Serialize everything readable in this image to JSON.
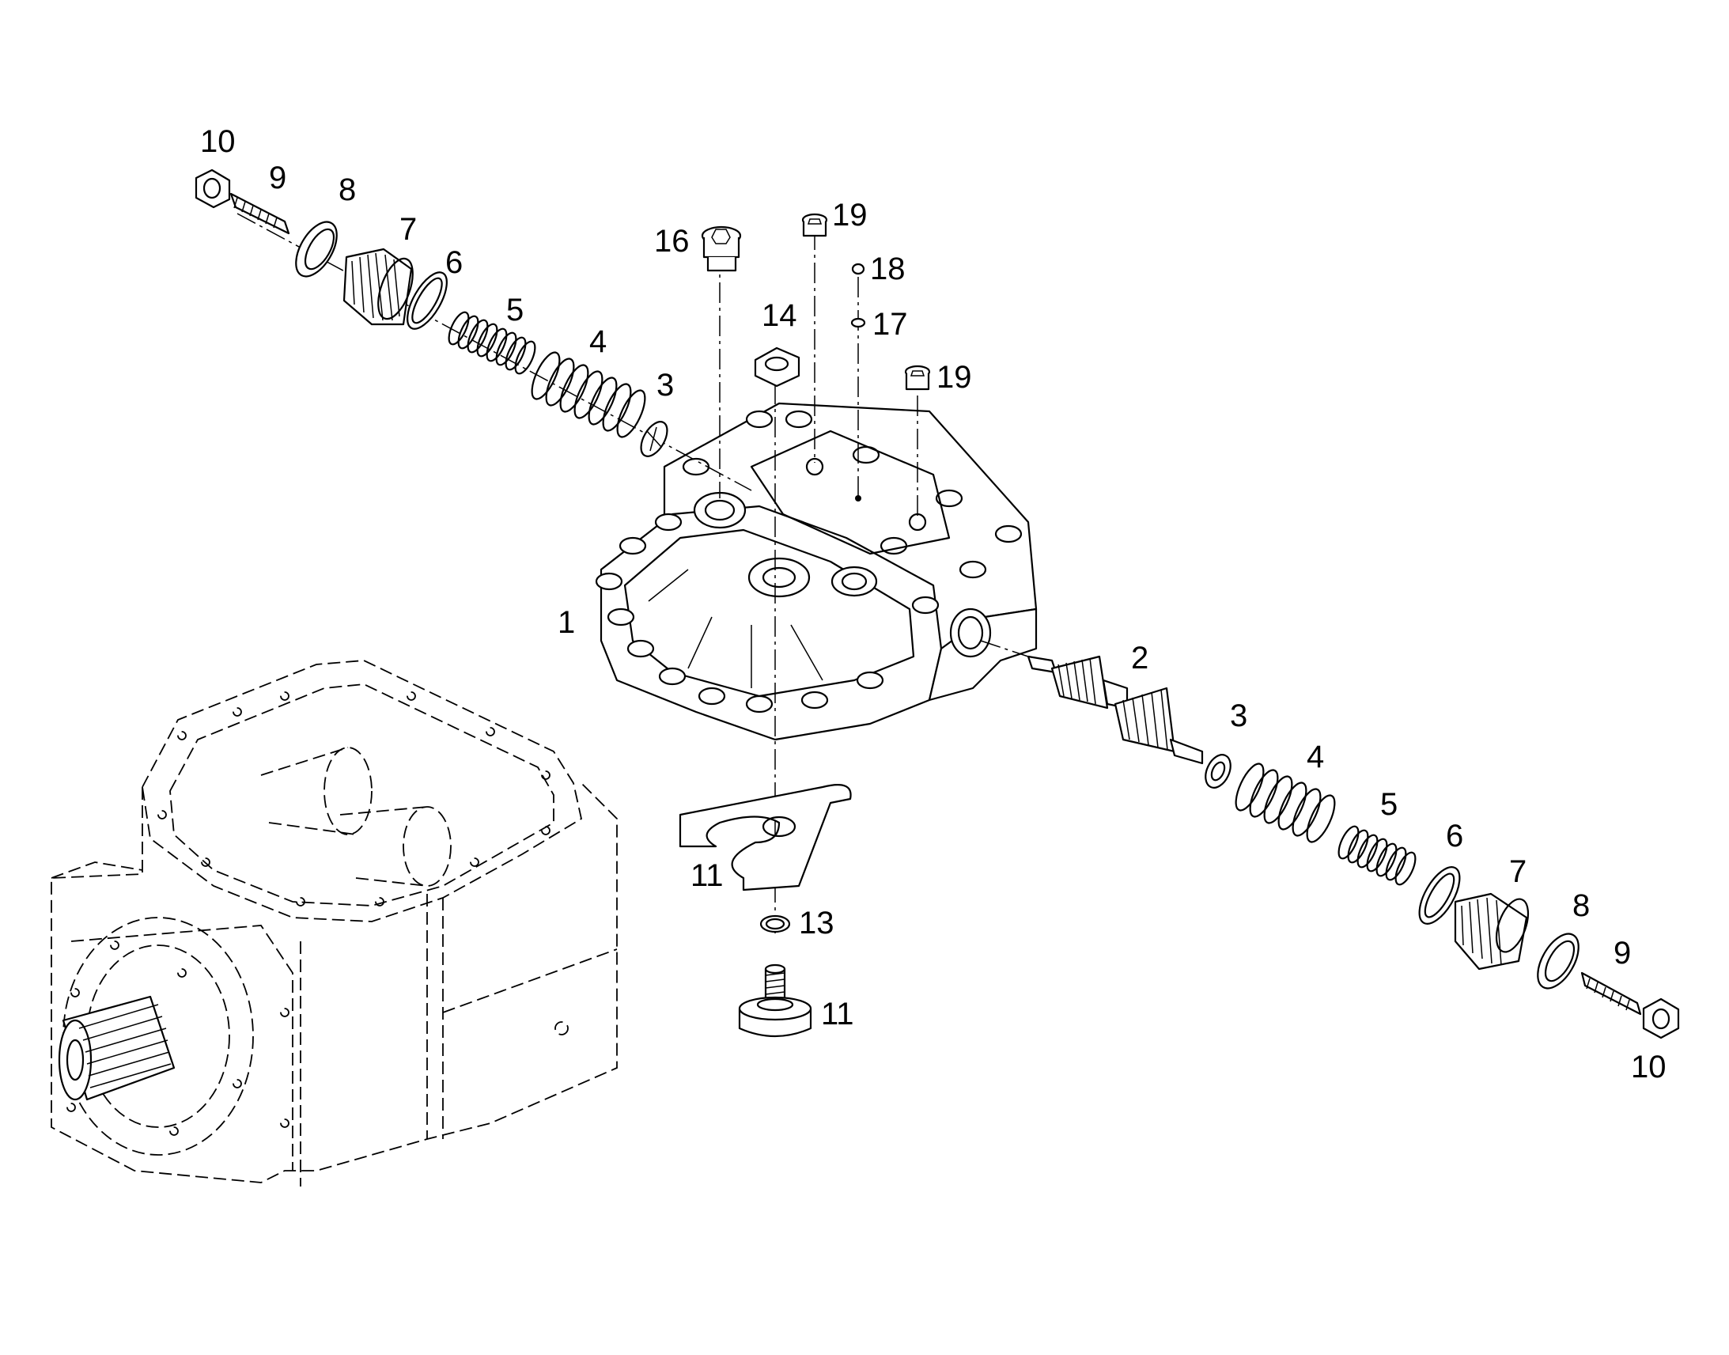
{
  "labels": {
    "p1": "1",
    "p2": "2",
    "p3_left": "3",
    "p3_right": "3",
    "p4_left": "4",
    "p4_right": "4",
    "p5_left": "5",
    "p5_right": "5",
    "p6_left": "6",
    "p6_right": "6",
    "p7_left": "7",
    "p7_right": "7",
    "p8_left": "8",
    "p8_right": "8",
    "p9_left": "9",
    "p9_right": "9",
    "p10_left": "10",
    "p10_right": "10",
    "p11_bracket": "11",
    "p11_plug": "11",
    "p13": "13",
    "p14": "14",
    "p16": "16",
    "p17": "17",
    "p18": "18",
    "p19_a": "19",
    "p19_b": "19"
  },
  "icons": {
    "housing": "pump-housing-icon",
    "cover": "valve-cover-icon",
    "spring": "coil-spring-icon",
    "nut": "hex-nut-icon"
  }
}
